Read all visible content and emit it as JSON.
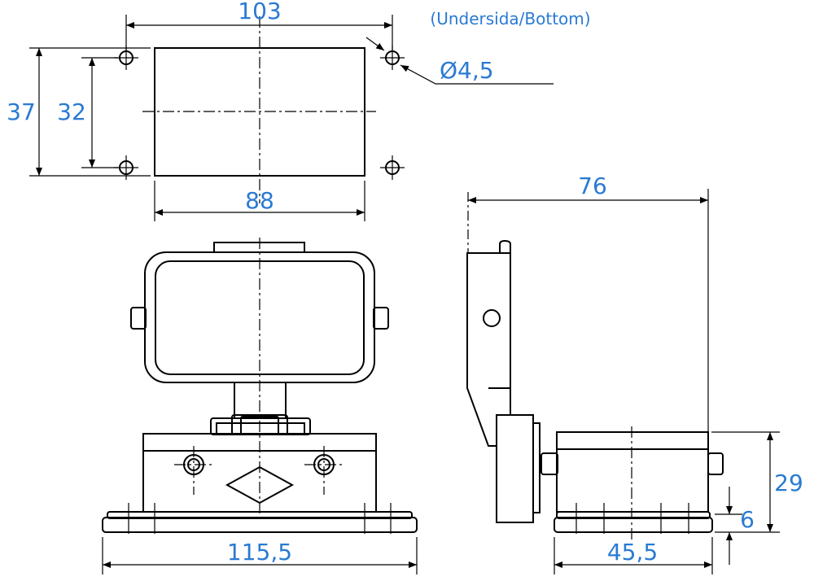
{
  "dimensions": {
    "top_width": "103",
    "hole_diameter": "Ø4,5",
    "outer_height": "37",
    "hole_spacing": "32",
    "inner_width": "88",
    "side_depth": "76",
    "base_height": "29",
    "flange_height": "6",
    "front_width": "115,5",
    "side_width": "45,5"
  },
  "note": "(Undersida/Bottom)",
  "colors": {
    "dimension_text": "#2a7ad2",
    "lines": "#000000"
  }
}
